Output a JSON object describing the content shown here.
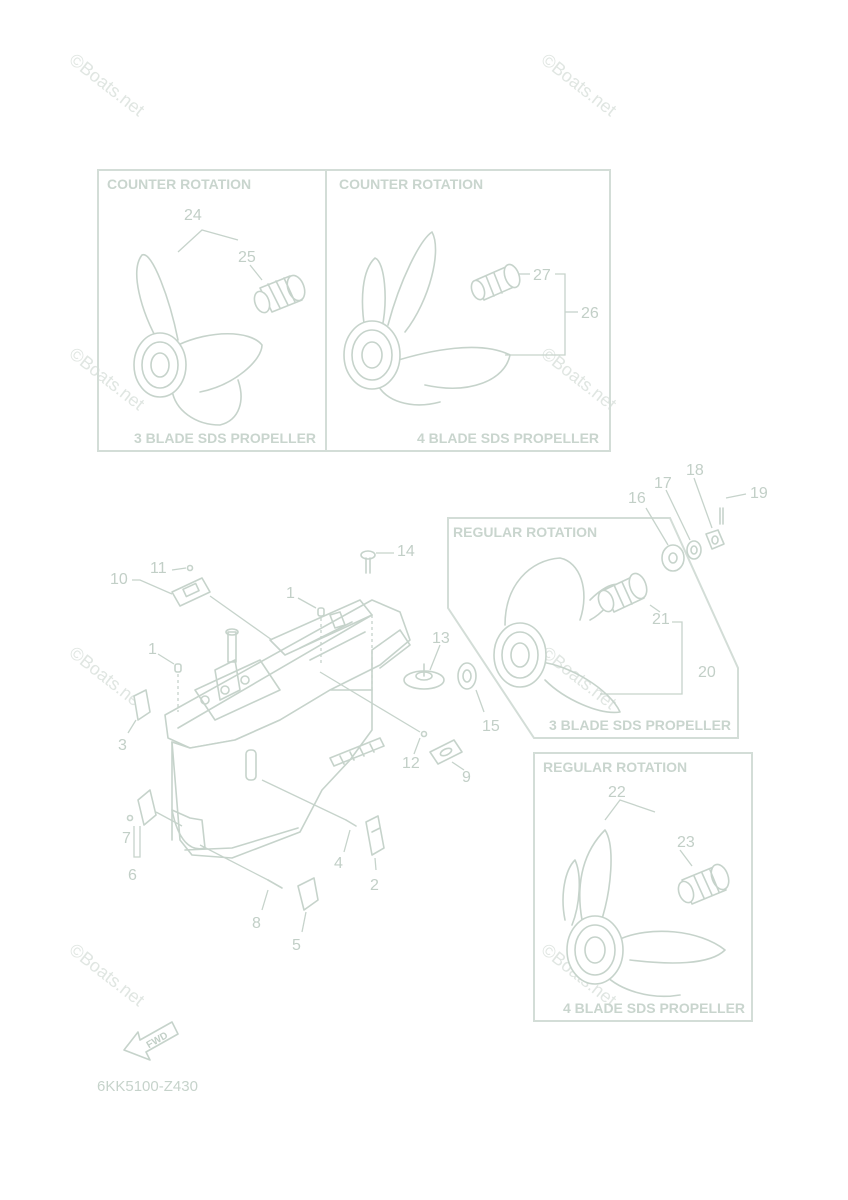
{
  "watermark_text": "©Boats.net",
  "drawing_code": "6KK5100-Z430",
  "fwd_arrow_label": "FWD",
  "boxes": {
    "counter_3blade": {
      "title": "COUNTER ROTATION",
      "caption": "3 BLADE SDS PROPELLER"
    },
    "counter_4blade": {
      "title": "COUNTER ROTATION",
      "caption": "4 BLADE SDS PROPELLER"
    },
    "regular_3blade": {
      "title": "REGULAR ROTATION",
      "caption": "3 BLADE SDS PROPELLER"
    },
    "regular_4blade": {
      "title": "REGULAR ROTATION",
      "caption": "4 BLADE SDS PROPELLER"
    }
  },
  "callouts": {
    "n1a": "1",
    "n1b": "1",
    "n2": "2",
    "n3": "3",
    "n4": "4",
    "n5": "5",
    "n6": "6",
    "n7": "7",
    "n8": "8",
    "n9": "9",
    "n10": "10",
    "n11": "11",
    "n12": "12",
    "n13": "13",
    "n14": "14",
    "n15": "15",
    "n16": "16",
    "n17": "17",
    "n18": "18",
    "n19": "19",
    "n20": "20",
    "n21": "21",
    "n22": "22",
    "n23": "23",
    "n24": "24",
    "n25": "25",
    "n26": "26",
    "n27": "27"
  }
}
